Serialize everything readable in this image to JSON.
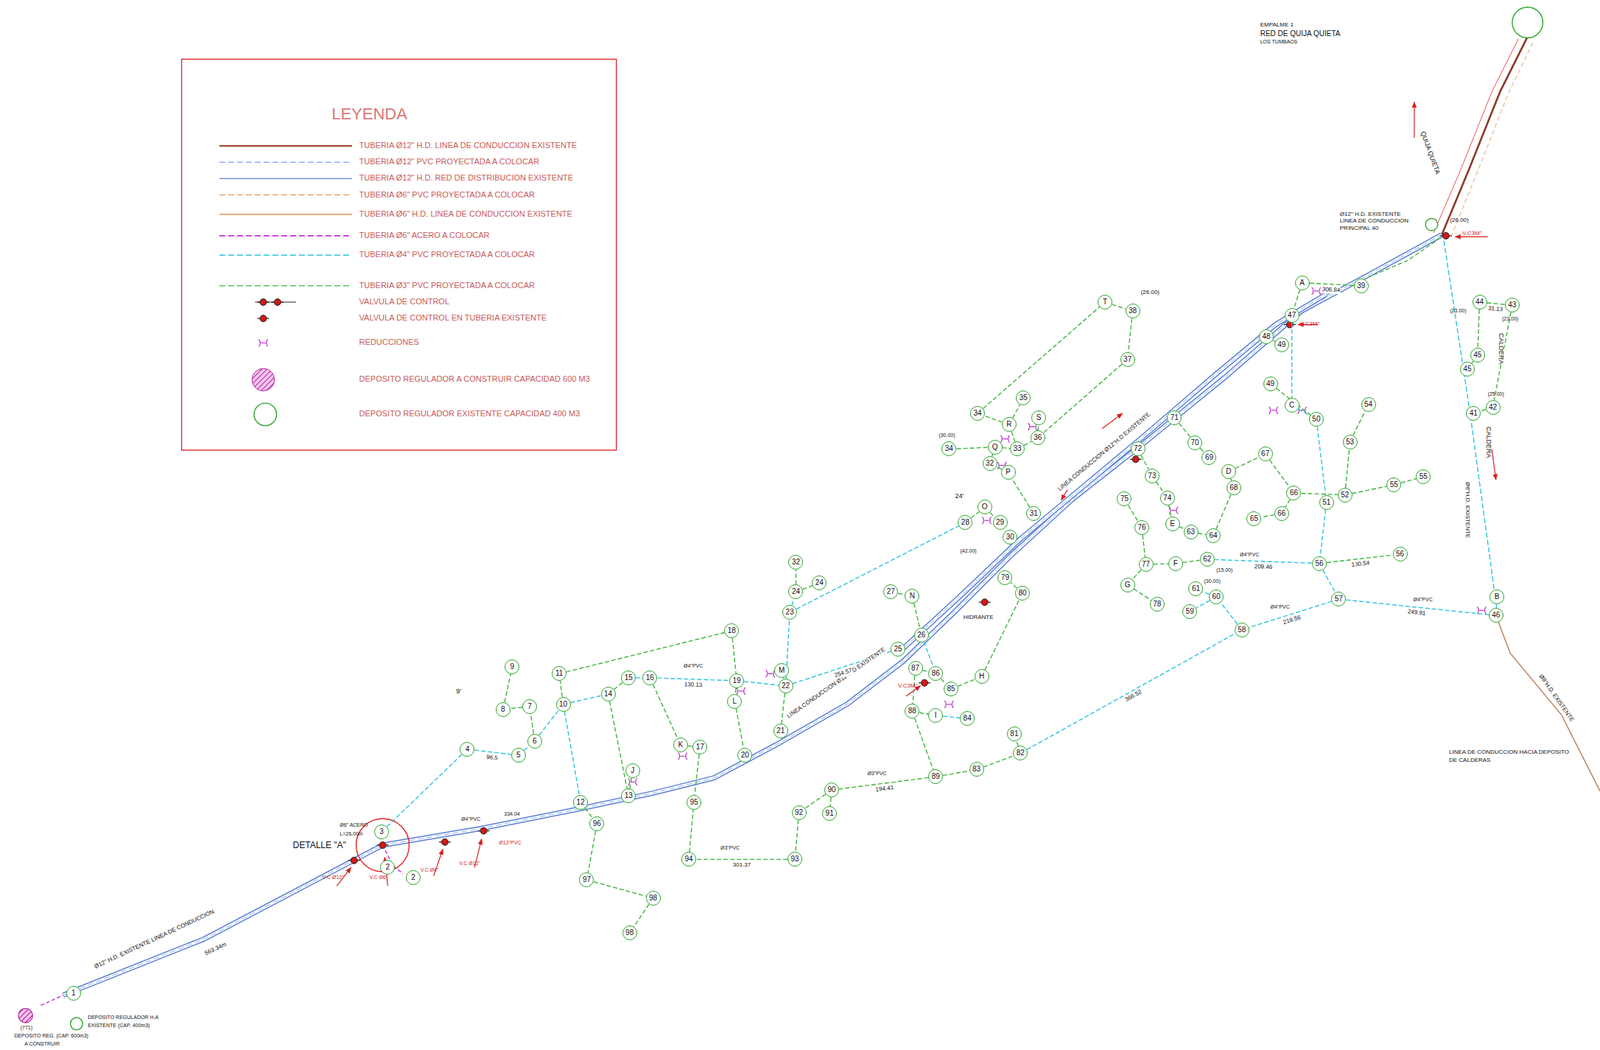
{
  "diagram": {
    "nodes": [
      {
        "text": [
          "1"
        ]
      },
      {
        "text": [
          "2"
        ]
      },
      {
        "text": [
          "2"
        ]
      },
      {
        "text": [
          "3"
        ]
      },
      {
        "text": [
          "4"
        ]
      },
      {
        "text": [
          "5"
        ]
      },
      {
        "text": [
          "6"
        ]
      },
      {
        "text": [
          "7"
        ]
      },
      {
        "text": [
          "8"
        ]
      },
      {
        "text": [
          "9"
        ]
      },
      {
        "text": [
          "10"
        ]
      },
      {
        "text": [
          "11"
        ]
      },
      {
        "text": [
          "12"
        ]
      },
      {
        "text": [
          "13"
        ]
      },
      {
        "text": [
          "14"
        ]
      },
      {
        "text": [
          "15"
        ]
      },
      {
        "text": [
          "16"
        ]
      },
      {
        "text": [
          "17"
        ]
      },
      {
        "text": [
          "18"
        ]
      },
      {
        "text": [
          "19"
        ]
      },
      {
        "text": [
          "20"
        ]
      },
      {
        "text": [
          "21"
        ]
      },
      {
        "text": [
          "22"
        ]
      },
      {
        "text": [
          "23"
        ]
      },
      {
        "text": [
          "24"
        ]
      },
      {
        "text": [
          "24"
        ]
      },
      {
        "text": [
          "25"
        ]
      },
      {
        "text": [
          "26"
        ]
      },
      {
        "text": [
          "27"
        ]
      },
      {
        "text": [
          "28"
        ]
      },
      {
        "text": [
          "29"
        ]
      },
      {
        "text": [
          "30"
        ]
      },
      {
        "text": [
          "31"
        ]
      },
      {
        "text": [
          "32"
        ]
      },
      {
        "text": [
          "32"
        ]
      },
      {
        "text": [
          "33"
        ]
      },
      {
        "text": [
          "34"
        ]
      },
      {
        "text": [
          "34"
        ]
      },
      {
        "text": [
          "35"
        ]
      },
      {
        "text": [
          "36"
        ]
      },
      {
        "text": [
          "37"
        ]
      },
      {
        "text": [
          "38"
        ]
      },
      {
        "text": [
          "39"
        ]
      },
      {
        "text": [
          "41"
        ]
      },
      {
        "text": [
          "42"
        ]
      },
      {
        "text": [
          "43"
        ]
      },
      {
        "text": [
          "44"
        ]
      },
      {
        "text": [
          "45"
        ]
      },
      {
        "text": [
          "45"
        ]
      },
      {
        "text": [
          "46"
        ]
      },
      {
        "text": [
          "47"
        ]
      },
      {
        "text": [
          "48"
        ]
      },
      {
        "text": [
          "49"
        ]
      },
      {
        "text": [
          "49"
        ]
      },
      {
        "text": [
          "50"
        ]
      },
      {
        "text": [
          "51"
        ]
      },
      {
        "text": [
          "52"
        ]
      },
      {
        "text": [
          "53"
        ]
      },
      {
        "text": [
          "54"
        ]
      },
      {
        "text": [
          "55"
        ]
      },
      {
        "text": [
          "55"
        ]
      },
      {
        "text": [
          "56"
        ]
      },
      {
        "text": [
          "56"
        ]
      },
      {
        "text": [
          "57"
        ]
      },
      {
        "text": [
          "58"
        ]
      },
      {
        "text": [
          "59"
        ]
      },
      {
        "text": [
          "60"
        ]
      },
      {
        "text": [
          "61"
        ]
      },
      {
        "text": [
          "62"
        ]
      },
      {
        "text": [
          "63"
        ]
      },
      {
        "text": [
          "64"
        ]
      },
      {
        "text": [
          "65"
        ]
      },
      {
        "text": [
          "66"
        ]
      },
      {
        "text": [
          "66"
        ]
      },
      {
        "text": [
          "67"
        ]
      },
      {
        "text": [
          "68"
        ]
      },
      {
        "text": [
          "69"
        ]
      },
      {
        "text": [
          "70"
        ]
      },
      {
        "text": [
          "71"
        ]
      },
      {
        "text": [
          "72"
        ]
      },
      {
        "text": [
          "73"
        ]
      },
      {
        "text": [
          "74"
        ]
      },
      {
        "text": [
          "75"
        ]
      },
      {
        "text": [
          "76"
        ]
      },
      {
        "text": [
          "77"
        ]
      },
      {
        "text": [
          "78"
        ]
      },
      {
        "text": [
          "79"
        ]
      },
      {
        "text": [
          "80"
        ]
      },
      {
        "text": [
          "81"
        ]
      },
      {
        "text": [
          "82"
        ]
      },
      {
        "text": [
          "83"
        ]
      },
      {
        "text": [
          "84"
        ]
      },
      {
        "text": [
          "85"
        ]
      },
      {
        "text": [
          "86"
        ]
      },
      {
        "text": [
          "87"
        ]
      },
      {
        "text": [
          "88"
        ]
      },
      {
        "text": [
          "89"
        ]
      },
      {
        "text": [
          "90"
        ]
      },
      {
        "text": [
          "91"
        ]
      },
      {
        "text": [
          "92"
        ]
      },
      {
        "text": [
          "93"
        ]
      },
      {
        "text": [
          "94"
        ]
      },
      {
        "text": [
          "95"
        ]
      },
      {
        "text": [
          "96"
        ]
      },
      {
        "text": [
          "97"
        ]
      },
      {
        "text": [
          "98"
        ]
      },
      {
        "text": [
          "98"
        ]
      },
      {
        "text": [
          "A"
        ]
      },
      {
        "text": [
          "B"
        ]
      },
      {
        "text": [
          "C"
        ]
      },
      {
        "text": [
          "D"
        ]
      },
      {
        "text": [
          "E"
        ]
      },
      {
        "text": [
          "F"
        ]
      },
      {
        "text": [
          "G"
        ]
      },
      {
        "text": [
          "H"
        ]
      },
      {
        "text": [
          "I"
        ]
      },
      {
        "text": [
          "J"
        ]
      },
      {
        "text": [
          "K"
        ]
      },
      {
        "text": [
          "L"
        ]
      },
      {
        "text": [
          "M"
        ]
      },
      {
        "text": [
          "N"
        ]
      },
      {
        "text": [
          "O"
        ]
      },
      {
        "text": [
          "P"
        ]
      },
      {
        "text": [
          "Q"
        ]
      },
      {
        "text": [
          "R"
        ]
      },
      {
        "text": [
          "S"
        ]
      },
      {
        "text": [
          "T"
        ]
      }
    ],
    "edges": [
      {
        "from": 3,
        "to": 4,
        "arrow": "none"
      },
      {
        "from": 4,
        "to": 5,
        "arrow": "none",
        "label": "96.5"
      },
      {
        "from": 5,
        "to": 6,
        "arrow": "none"
      },
      {
        "from": 6,
        "to": 10,
        "arrow": "none"
      },
      {
        "from": 6,
        "to": 7,
        "arrow": "none"
      },
      {
        "from": 7,
        "to": 8,
        "arrow": "none"
      },
      {
        "from": 8,
        "to": 9,
        "arrow": "none"
      },
      {
        "from": 10,
        "to": 11,
        "arrow": "none"
      },
      {
        "from": 10,
        "to": 12,
        "arrow": "none"
      },
      {
        "from": 11,
        "to": 18,
        "arrow": "none"
      },
      {
        "from": 10,
        "to": 14,
        "arrow": "none"
      },
      {
        "from": 14,
        "to": 15,
        "arrow": "none"
      },
      {
        "from": 14,
        "to": 13,
        "arrow": "none"
      },
      {
        "from": 15,
        "to": 16,
        "arrow": "none"
      },
      {
        "from": 16,
        "to": 19,
        "arrow": "none",
        "label": "130.13"
      },
      {
        "from": 16,
        "to": 117,
        "arrow": "none"
      },
      {
        "from": 117,
        "to": 17,
        "arrow": "none"
      },
      {
        "from": 17,
        "to": 102,
        "arrow": "none"
      },
      {
        "from": 18,
        "to": 19,
        "arrow": "none"
      },
      {
        "from": 19,
        "to": 118,
        "arrow": "none"
      },
      {
        "from": 118,
        "to": 20,
        "arrow": "none"
      },
      {
        "from": 19,
        "to": 22,
        "arrow": "none"
      },
      {
        "from": 22,
        "to": 21,
        "arrow": "none"
      },
      {
        "from": 22,
        "to": 23,
        "arrow": "none"
      },
      {
        "from": 23,
        "to": 24,
        "arrow": "none"
      },
      {
        "from": 24,
        "to": 25,
        "arrow": "none"
      },
      {
        "from": 24,
        "to": 33,
        "arrow": "none"
      },
      {
        "from": 23,
        "to": 29,
        "arrow": "none"
      },
      {
        "from": 28,
        "to": 120,
        "arrow": "none"
      },
      {
        "from": 120,
        "to": 27,
        "arrow": "none"
      },
      {
        "from": 22,
        "to": 26,
        "arrow": "none",
        "label": "254.57"
      },
      {
        "from": 29,
        "to": 121,
        "arrow": "none"
      },
      {
        "from": 121,
        "to": 30,
        "arrow": "none"
      },
      {
        "from": 32,
        "to": 122,
        "arrow": "none"
      },
      {
        "from": 122,
        "to": 34,
        "arrow": "none"
      },
      {
        "from": 34,
        "to": 123,
        "arrow": "none"
      },
      {
        "from": 123,
        "to": 35,
        "arrow": "none"
      },
      {
        "from": 35,
        "to": 124,
        "arrow": "none"
      },
      {
        "from": 124,
        "to": 36,
        "arrow": "none"
      },
      {
        "from": 124,
        "to": 38,
        "arrow": "none"
      },
      {
        "from": 35,
        "to": 39,
        "arrow": "none"
      },
      {
        "from": 39,
        "to": 125,
        "arrow": "none"
      },
      {
        "from": 123,
        "to": 37,
        "arrow": "none"
      },
      {
        "from": 36,
        "to": 126,
        "arrow": "none"
      },
      {
        "from": 126,
        "to": 41,
        "arrow": "none"
      },
      {
        "from": 41,
        "to": 40,
        "arrow": "none"
      },
      {
        "from": 40,
        "to": 39,
        "arrow": "none"
      },
      {
        "from": 27,
        "to": 93,
        "arrow": "none"
      },
      {
        "from": 94,
        "to": 93,
        "arrow": "none"
      },
      {
        "from": 93,
        "to": 92,
        "arrow": "none"
      },
      {
        "from": 92,
        "to": 114,
        "arrow": "none"
      },
      {
        "from": 114,
        "to": 87,
        "arrow": "none"
      },
      {
        "from": 87,
        "to": 86,
        "arrow": "none"
      },
      {
        "from": 95,
        "to": 115,
        "arrow": "none"
      },
      {
        "from": 115,
        "to": 91,
        "arrow": "none"
      },
      {
        "from": 94,
        "to": 95,
        "arrow": "none"
      },
      {
        "from": 95,
        "to": 96,
        "arrow": "none"
      },
      {
        "from": 96,
        "to": 90,
        "arrow": "none"
      },
      {
        "from": 90,
        "to": 89,
        "arrow": "none"
      },
      {
        "from": 89,
        "to": 88,
        "arrow": "none"
      },
      {
        "from": 89,
        "to": 64,
        "arrow": "none",
        "label": "366.52"
      },
      {
        "from": 96,
        "to": 97,
        "arrow": "none",
        "label": "194.41"
      },
      {
        "from": 97,
        "to": 98,
        "arrow": "none"
      },
      {
        "from": 97,
        "to": 99,
        "arrow": "none"
      },
      {
        "from": 99,
        "to": 100,
        "arrow": "none"
      },
      {
        "from": 100,
        "to": 101,
        "arrow": "none",
        "label": "301.37"
      },
      {
        "from": 101,
        "to": 102,
        "arrow": "none"
      },
      {
        "from": 12,
        "to": 103,
        "arrow": "none"
      },
      {
        "from": 103,
        "to": 104,
        "arrow": "none"
      },
      {
        "from": 104,
        "to": 105,
        "arrow": "none"
      },
      {
        "from": 105,
        "to": 106,
        "arrow": "none"
      },
      {
        "from": 13,
        "to": 116,
        "arrow": "none"
      },
      {
        "from": 42,
        "to": 107,
        "arrow": "none",
        "label": "306.84"
      },
      {
        "from": 107,
        "to": 50,
        "arrow": "none"
      },
      {
        "from": 50,
        "to": 109,
        "arrow": "none"
      },
      {
        "from": 109,
        "to": 54,
        "arrow": "none"
      },
      {
        "from": 54,
        "to": 55,
        "arrow": "none"
      },
      {
        "from": 55,
        "to": 61,
        "arrow": "none"
      },
      {
        "from": 61,
        "to": 63,
        "arrow": "none"
      },
      {
        "from": 63,
        "to": 49,
        "arrow": "none",
        "label": "249.91"
      },
      {
        "from": 49,
        "to": 108,
        "arrow": "none"
      },
      {
        "from": 63,
        "to": 64,
        "arrow": "none",
        "label": "219.56"
      },
      {
        "from": 64,
        "to": 66,
        "arrow": "none"
      },
      {
        "from": 66,
        "to": 67,
        "arrow": "none"
      },
      {
        "from": 68,
        "to": 61,
        "arrow": "none",
        "label": "209.46"
      },
      {
        "from": 61,
        "to": 62,
        "arrow": "none",
        "label": "130.54"
      },
      {
        "from": 69,
        "to": 70,
        "arrow": "none"
      },
      {
        "from": 70,
        "to": 75,
        "arrow": "none"
      },
      {
        "from": 75,
        "to": 110,
        "arrow": "none"
      },
      {
        "from": 110,
        "to": 74,
        "arrow": "none"
      },
      {
        "from": 74,
        "to": 73,
        "arrow": "none"
      },
      {
        "from": 73,
        "to": 72,
        "arrow": "none"
      },
      {
        "from": 72,
        "to": 71,
        "arrow": "none"
      },
      {
        "from": 73,
        "to": 56,
        "arrow": "none"
      },
      {
        "from": 56,
        "to": 57,
        "arrow": "none"
      },
      {
        "from": 57,
        "to": 58,
        "arrow": "none"
      },
      {
        "from": 56,
        "to": 59,
        "arrow": "none"
      },
      {
        "from": 59,
        "to": 60,
        "arrow": "none"
      },
      {
        "from": 79,
        "to": 80,
        "arrow": "none"
      },
      {
        "from": 80,
        "to": 81,
        "arrow": "none"
      },
      {
        "from": 81,
        "to": 111,
        "arrow": "none"
      },
      {
        "from": 111,
        "to": 69,
        "arrow": "none"
      },
      {
        "from": 82,
        "to": 83,
        "arrow": "none"
      },
      {
        "from": 83,
        "to": 84,
        "arrow": "none"
      },
      {
        "from": 84,
        "to": 112,
        "arrow": "none"
      },
      {
        "from": 112,
        "to": 68,
        "arrow": "none"
      },
      {
        "from": 84,
        "to": 113,
        "arrow": "none"
      },
      {
        "from": 113,
        "to": 85,
        "arrow": "none"
      },
      {
        "from": 78,
        "to": 77,
        "arrow": "none"
      },
      {
        "from": 77,
        "to": 76,
        "arrow": "none"
      },
      {
        "from": 53,
        "to": 54,
        "arrow": "none"
      },
      {
        "from": 46,
        "to": 45,
        "arrow": "none",
        "label": "31.13"
      },
      {
        "from": 46,
        "to": 47,
        "arrow": "none"
      },
      {
        "from": 47,
        "to": 48,
        "arrow": "none"
      },
      {
        "from": 45,
        "to": 44,
        "arrow": "none"
      },
      {
        "from": 44,
        "to": 43,
        "arrow": "none"
      },
      {
        "from": 51,
        "to": 52,
        "arrow": "none"
      },
      {
        "from": 66,
        "to": 65,
        "arrow": "none"
      },
      {
        "from": 119,
        "to": 22,
        "arrow": "none"
      }
    ],
    "labels": [
      "LEYENDA",
      "EMPALME 1",
      "RED DE QUIJA QUIETA",
      "LOS TUMBAOS",
      "QUIJA QUIETA",
      "Ø12\" H.D. EXISTENTE",
      "LINEA DE CONDUCCION",
      "PRINCIPAL 40",
      "(26.00)",
      "V.C3M\"",
      "CALDERA",
      "CALDERA",
      "Ø6\"H.D. EXISTENTE",
      "LINEA DE CONDUCCION HACIA DEPOSITO",
      "DE CALDERAS",
      "Ø8\"H.D. EXISTENTE",
      "HIDRANTE",
      "DETALLE \"A\"",
      "Ø6\" ACERO",
      "L=26.00m",
      "V.C Ø12\"",
      "V.C Ø6\"",
      "V.C Ø4\"",
      "V.C Ø12\"",
      "Ø12\"PVC",
      "Ø4\"PVC",
      "334.04",
      "Ø12\" H.D. EXISTENTE LINEA DE CONDUCCION",
      "563.34m",
      "DEPOSITO REGULADOR H.A",
      "EXISTENTE (CAP. 400m3)",
      "DEPOSITO REG. (CAP. 600m3)",
      "A CONSTRUIR",
      "(771)",
      "LINEA CONDUCCION Ø12\"H.D EXISTENTE",
      "LINEA CONDUCCION Ø12\"H.D EXISTENTE",
      "V.C3M\"",
      "V.C3M\"",
      "(26.00)",
      "(23.00)",
      "(23.00)",
      "(25.00)",
      "(42.00)",
      "(15.00)",
      "(30.00)",
      "24'",
      "9'",
      "(30.00)",
      "Ø4\"PVC",
      "Ø4\"PVC",
      "Ø4\"PVC",
      "Ø4\"PVC",
      "Ø3\"PVC",
      "Ø3\"PVC"
    ],
    "legend": [
      {
        "text": "TUBERIA Ø12\" H.D. LINEA DE CONDUCCION EXISTENTE"
      },
      {
        "text": "TUBERIA Ø12\" PVC PROYECTADA A COLOCAR"
      },
      {
        "text": "TUBERIA Ø12\" H.D. RED DE DISTRIBUCION EXISTENTE"
      },
      {
        "text": "TUBERIA Ø6\" PVC PROYECTADA A COLOCAR"
      },
      {
        "text": "TUBERIA Ø6\" H.D. LINEA DE CONDUCCION EXISTENTE"
      },
      {
        "text": "TUBERIA Ø6\" ACERO A COLOCAR"
      },
      {
        "text": "TUBERIA Ø4\" PVC PROYECTADA A COLOCAR"
      },
      {
        "text": "TUBERIA Ø3\" PVC PROYECTADA A COLOCAR"
      },
      {
        "text": "VALVULA DE CONTROL"
      },
      {
        "text": "VALVULA DE CONTROL EN TUBERIA EXISTENTE"
      },
      {
        "text": "REDUCCIONES"
      },
      {
        "text": "DEPOSITO REGULADOR A CONSTRUIR CAPACIDAD 600 M3"
      },
      {
        "text": "DEPOSITO REGULADOR EXISTENTE CAPACIDAD 400 M3"
      }
    ]
  }
}
